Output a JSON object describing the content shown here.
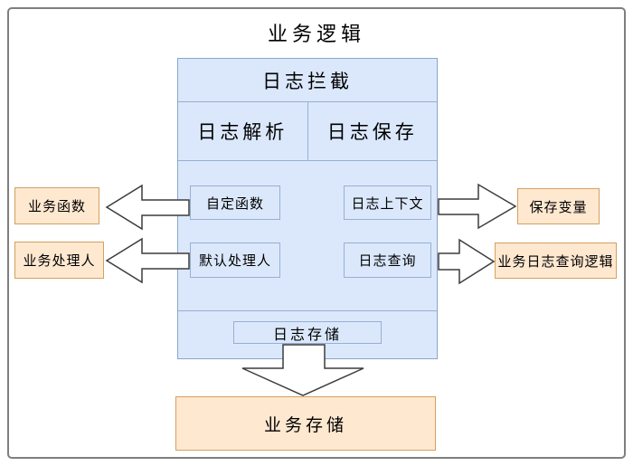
{
  "title": "业务逻辑",
  "colors": {
    "blue_fill": "#dbe8fc",
    "blue_border": "#8ba5c9",
    "inner_line": "#98afd0",
    "orange_fill": "#ffe8d0",
    "orange_border": "#d3a05f",
    "arrow_fill": "#ffffff",
    "arrow_stroke": "#3c3c3c",
    "frame_border": "#7f7f7f",
    "text": "#000000"
  },
  "interceptor": {
    "title": "日志拦截",
    "parse_label": "日志解析",
    "save_label": "日志保存",
    "custom_fn": "自定函数",
    "log_context": "日志上下文",
    "default_handler": "默认处理人",
    "log_query": "日志查询",
    "log_storage": "日志存储"
  },
  "external": {
    "business_fn": "业务函数",
    "business_handler": "业务处理人",
    "save_vars": "保存变量",
    "business_log_query_logic": "业务日志查询逻辑",
    "business_storage": "业务存储"
  }
}
